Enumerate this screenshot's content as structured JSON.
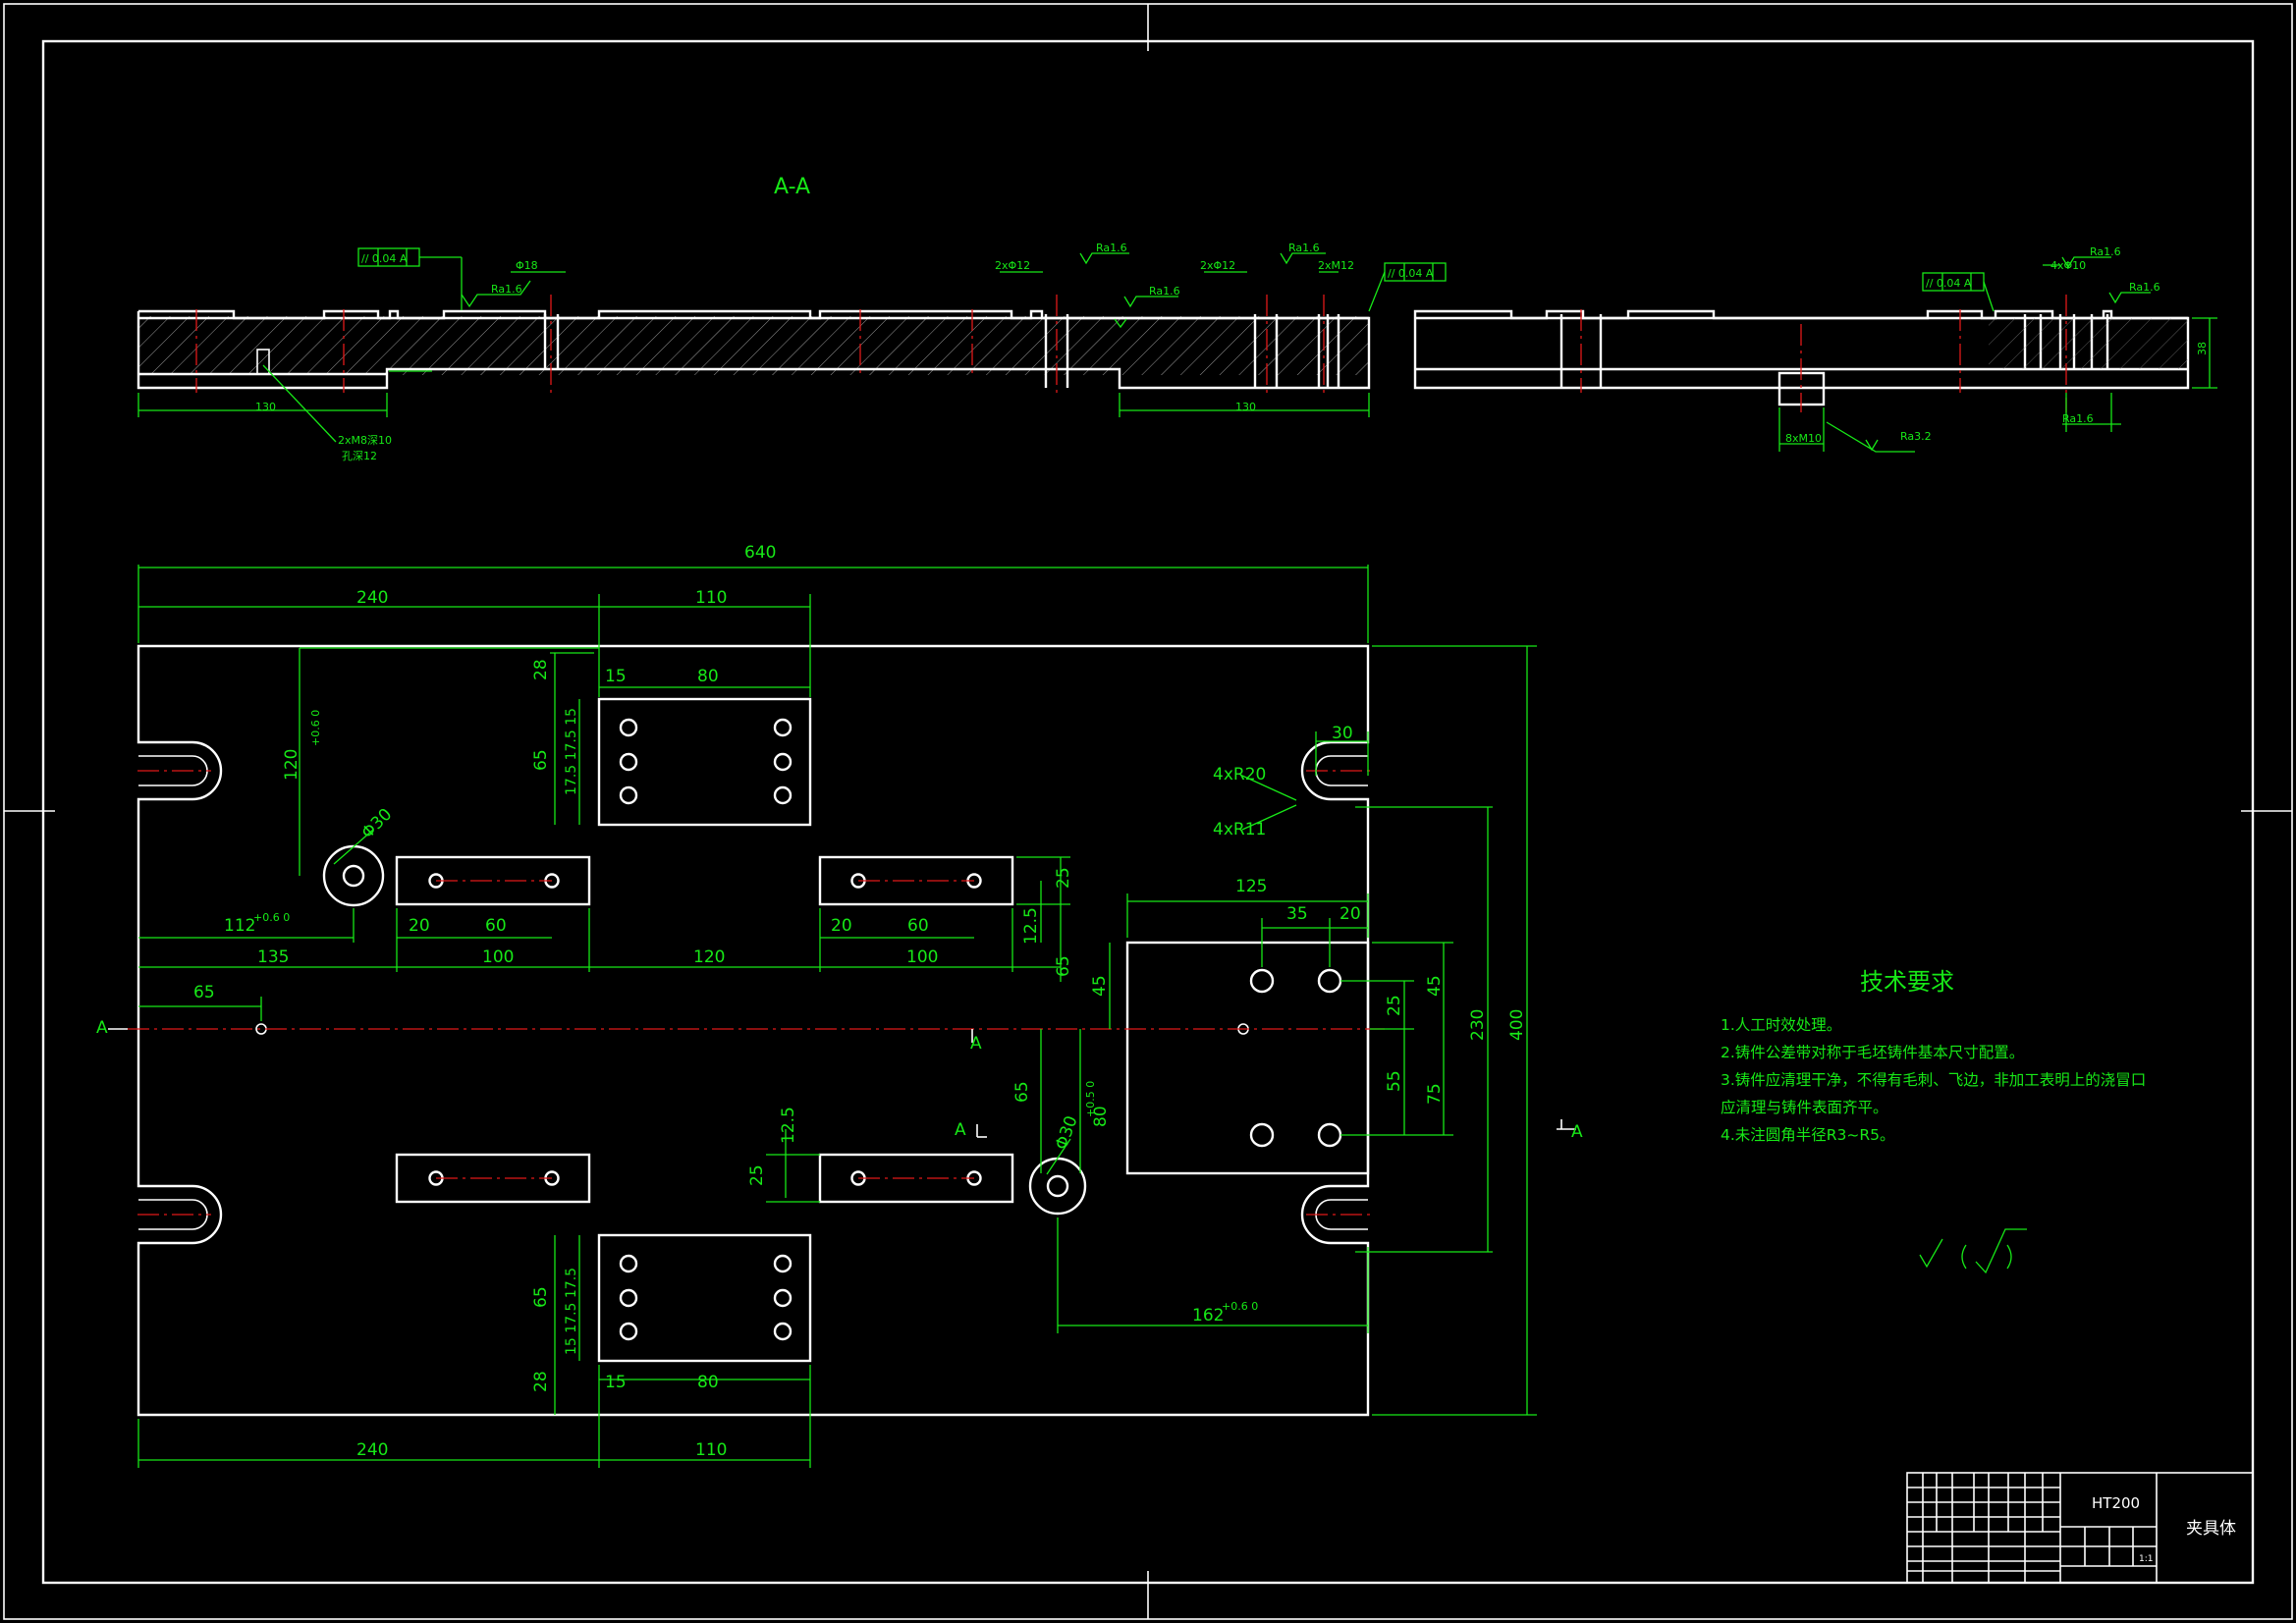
{
  "section": {
    "label": "A-A"
  },
  "notes": {
    "title": "技术要求",
    "items": [
      "1.人工时效处理。",
      "2.铸件公差带对称于毛坯铸件基本尺寸配置。",
      "3.铸件应清理干净，不得有毛刺、飞边，非加工表明上的浇冒口",
      "应清理与铸件表面齐平。",
      "4.未注圆角半径R3~R5。"
    ]
  },
  "roughness_symbol": "√(√)",
  "title_block": {
    "material": "HT200",
    "part_name": "夹具体",
    "scale": "1:1"
  },
  "section_marks": {
    "left": "A",
    "right": "A",
    "a1": "A",
    "a2": "A"
  },
  "dimensions": {
    "overall_length": "640",
    "d240_top": "240",
    "d110_top": "110",
    "d240_bot": "240",
    "d110_bot": "110",
    "d400": "400",
    "d230": "230",
    "d30": "30",
    "d125": "125",
    "d35": "35",
    "d20a": "20",
    "d45a": "45",
    "d45b": "45",
    "d25a": "25",
    "d55": "55",
    "d75": "75",
    "d65a": "65",
    "d65b": "65",
    "d65c": "65",
    "d65d": "65",
    "d65e": "65",
    "d28a": "28",
    "d28b": "28",
    "d15a": "15",
    "d80a": "80",
    "d15b": "15",
    "d80b": "80",
    "d17a": "17.5 17.5 15",
    "d17b": "15 17.5 17.5",
    "d135": "135",
    "d100a": "100",
    "d120": "120",
    "d100b": "100",
    "d20b": "20",
    "d60a": "60",
    "d20c": "20",
    "d60b": "60",
    "d25b": "25",
    "d12a": "12.5",
    "d12b": "12.5",
    "d25c": "25",
    "d112": "112",
    "d112tol": "+0.6 0",
    "d120v": "120",
    "d120tol": "+0.6 0",
    "d162": "162",
    "d162tol": "+0.6 0",
    "d80v": "80",
    "d80tol": "+0.5 0",
    "phi30a": "Φ30",
    "phi30b": "Φ30",
    "r20": "4xR20",
    "r11": "4xR11",
    "s130a": "130",
    "s130b": "130",
    "s38": "38",
    "flatness1": "// 0.04 A",
    "flatness2": "// 0.04 A",
    "flatness3": "// 0.04 A",
    "ra1": "Ra1.6",
    "ra2": "Ra1.6",
    "ra3": "Ra1.6",
    "ra4": "Ra1.6",
    "ra5": "Ra1.6",
    "ra6": "Ra1.6",
    "ra7": "Ra1.6",
    "ra8": "Ra3.2",
    "thread1": "2xM8深10",
    "thread1b": "孔深12",
    "holes1": "2xΦ12",
    "holes2": "2xΦ12",
    "holes3": "2xM12",
    "holes4": "4xΦ10",
    "m10": "8xM10",
    "phi8": "Φ18"
  }
}
